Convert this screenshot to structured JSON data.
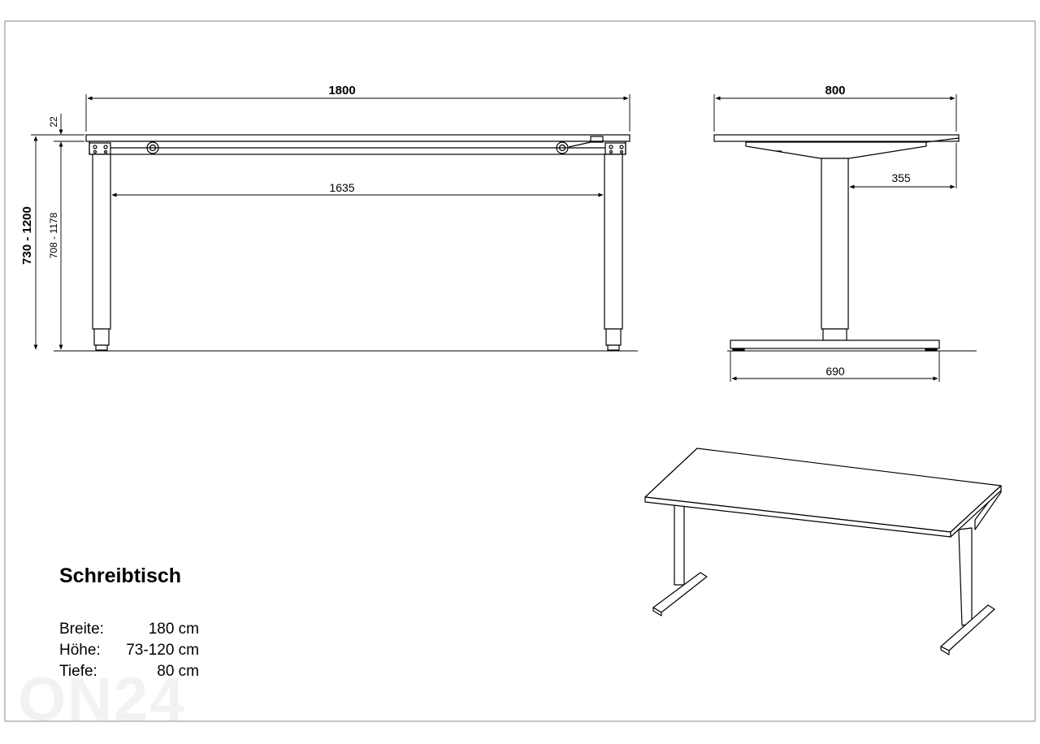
{
  "dimensions": {
    "width_total": "1800",
    "width_inner": "1635",
    "depth_total": "800",
    "depth_arm": "355",
    "depth_foot": "690",
    "top_thickness": "22",
    "height_total": "730 - 1200",
    "height_frame": "708 - 1178"
  },
  "product": {
    "title": "Schreibtisch",
    "specs": [
      {
        "label": "Breite:",
        "value": "180 cm"
      },
      {
        "label": "Höhe:",
        "value": "73-120 cm"
      },
      {
        "label": "Tiefe:",
        "value": "80 cm"
      }
    ]
  },
  "watermark": "ON24",
  "colors": {
    "line": "#000000",
    "frame_border": "#8a8a8a"
  }
}
